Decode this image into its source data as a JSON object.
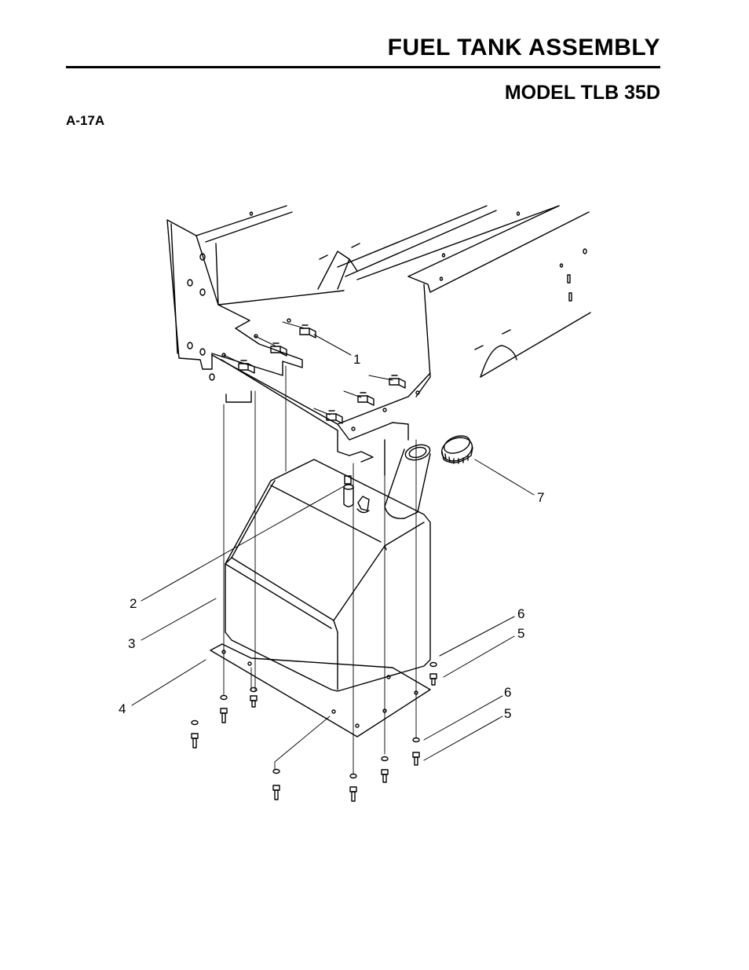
{
  "header": {
    "title": "FUEL TANK ASSEMBLY",
    "model": "MODEL TLB 35D",
    "figure_code": "A-17A"
  },
  "callouts": {
    "c1": "1",
    "c2": "2",
    "c3": "3",
    "c4": "4",
    "c5a": "5",
    "c5b": "5",
    "c6a": "6",
    "c6b": "6",
    "c7": "7"
  }
}
